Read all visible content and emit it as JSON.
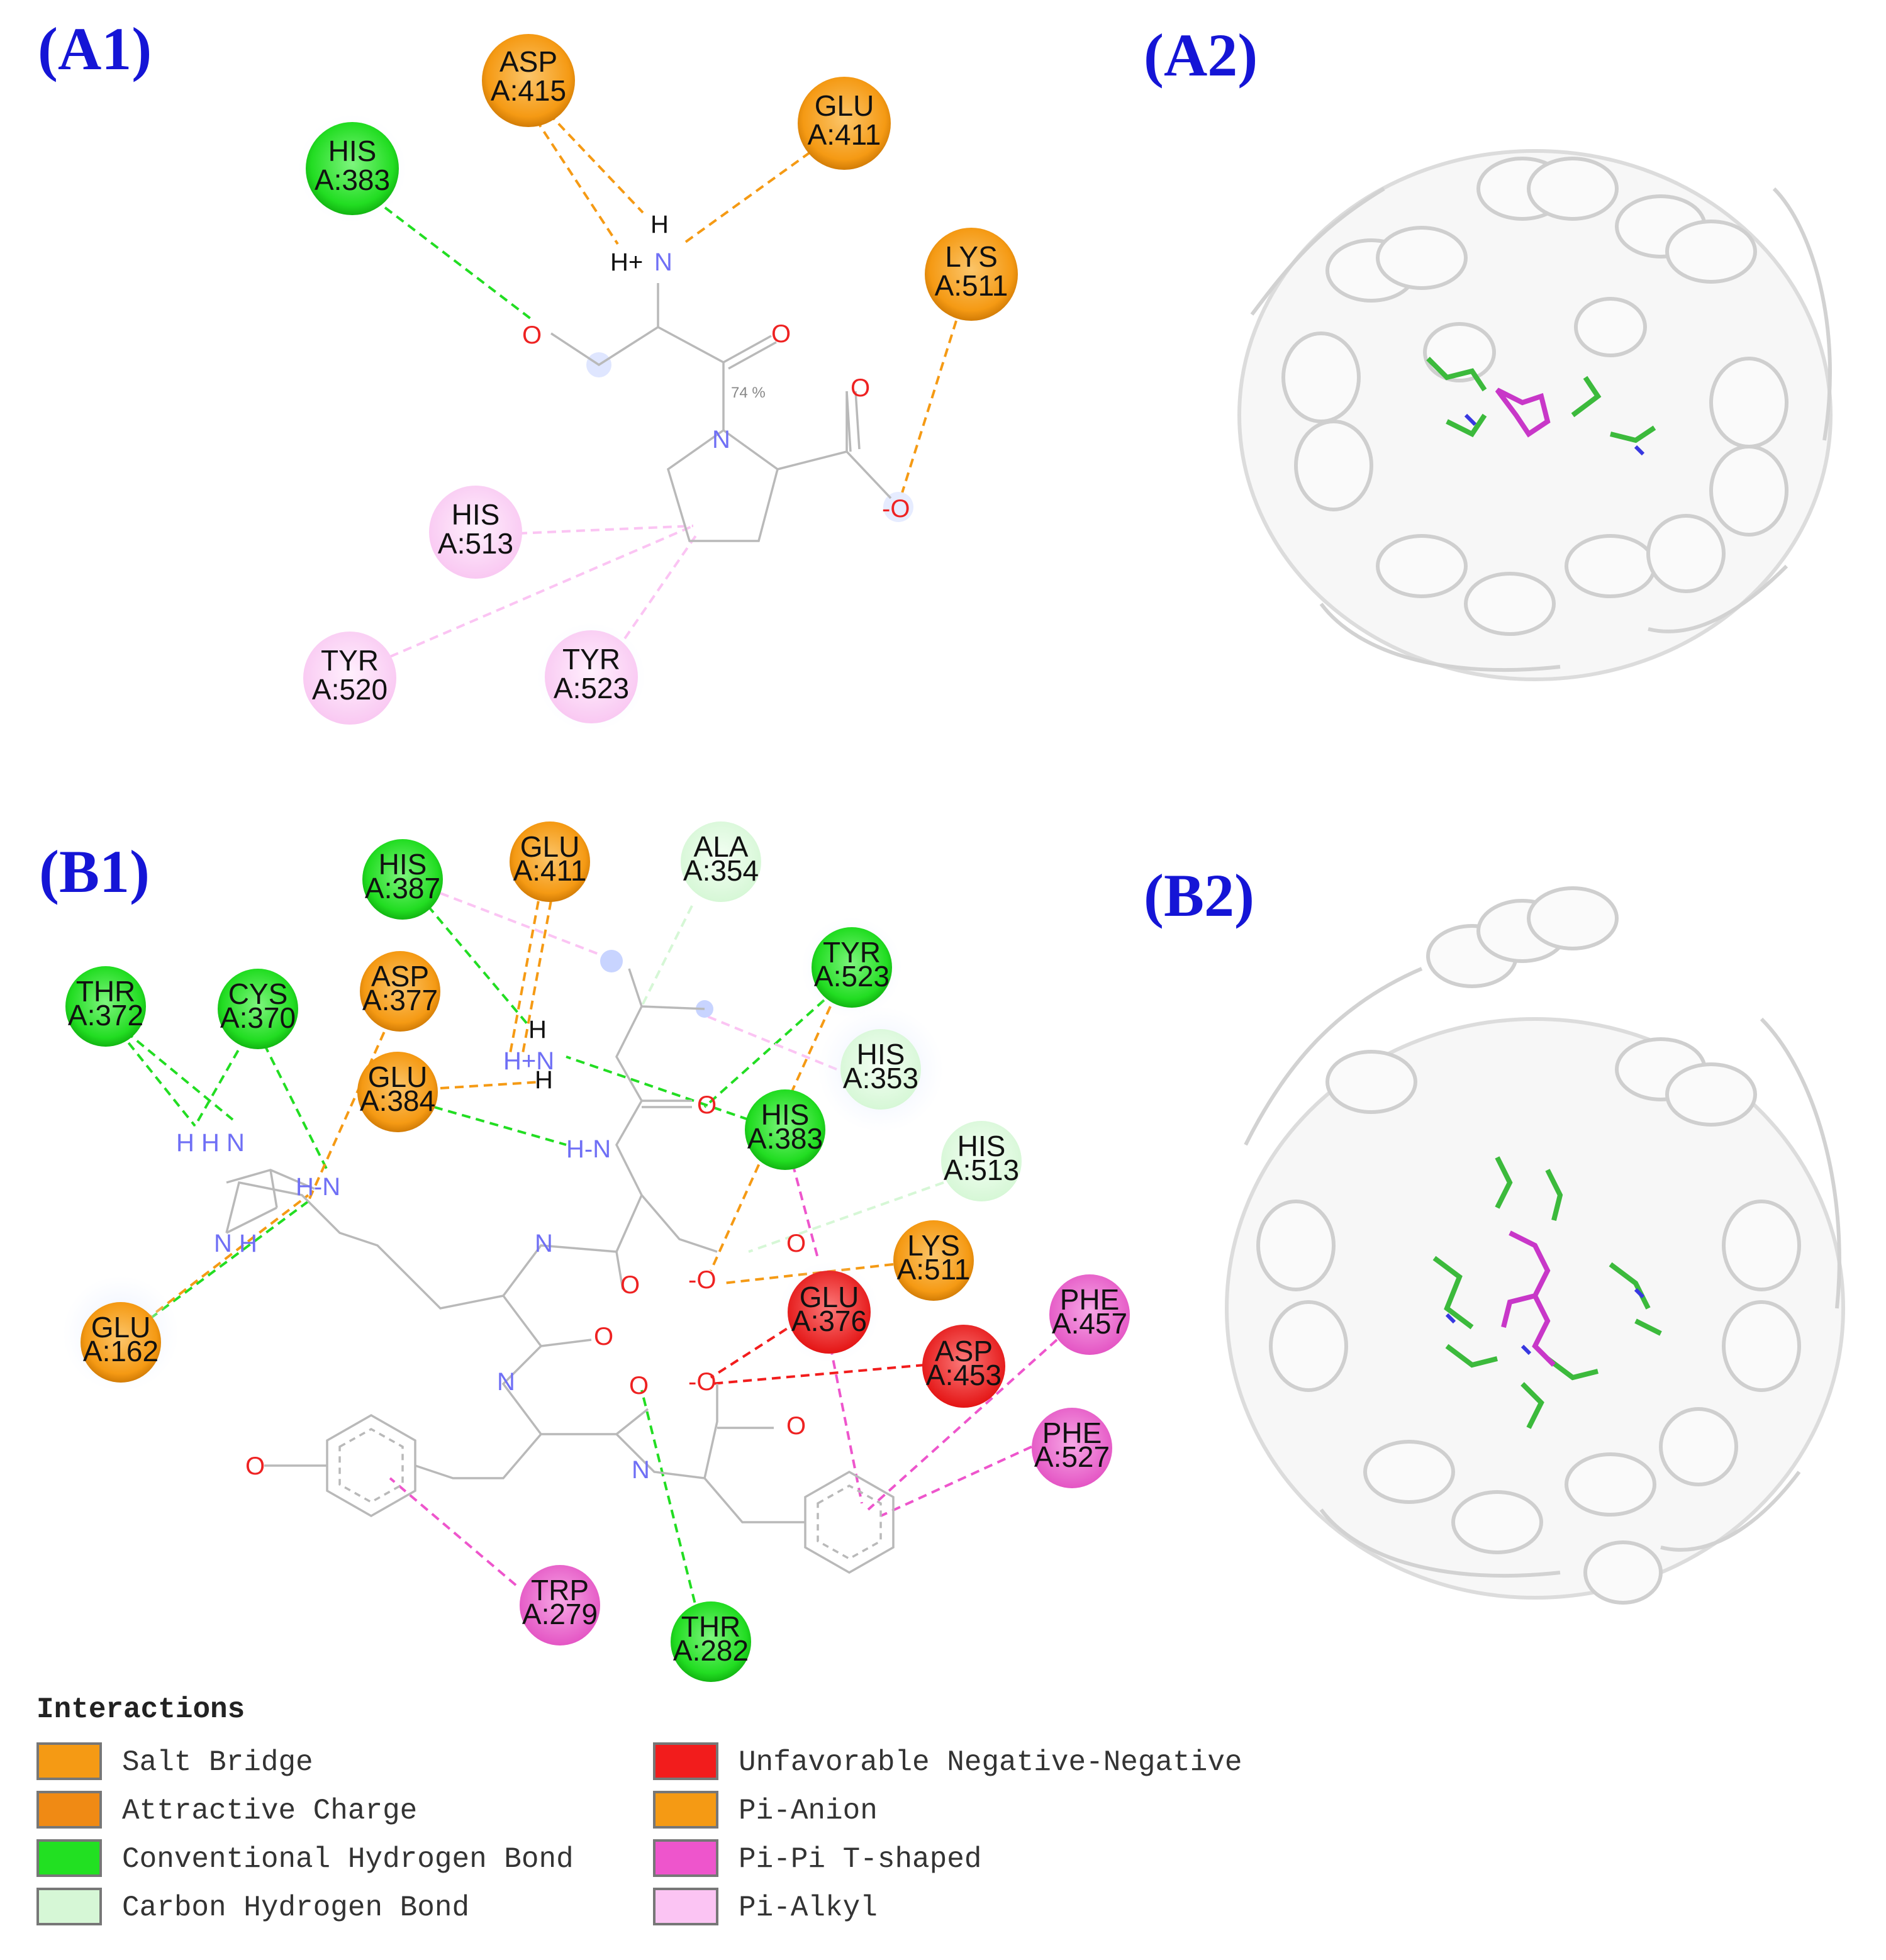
{
  "panels": {
    "a1": "(A1)",
    "a2": "(A2)",
    "b1": "(B1)",
    "b2": "(B2)"
  },
  "colors": {
    "salt_bridge": "#f59a14",
    "attractive_charge": "#f59a14",
    "conventional_hbond": "#22e022",
    "carbon_hbond": "#d6f7d6",
    "unfavorable_neg_neg": "#f21c1c",
    "pi_anion": "#f59a14",
    "pi_pi_t_shaped": "#ee55cc",
    "pi_alkyl": "#fbc4f3",
    "ligand_stick": "#c837c8",
    "residue_stick": "#3cba3c",
    "protein_cartoon": "#e6e6e6",
    "label_blue": "#1515d6"
  },
  "a1": {
    "residues": [
      {
        "name": "HIS",
        "num": "A:383",
        "type": "hbond"
      },
      {
        "name": "ASP",
        "num": "A:415",
        "type": "salt"
      },
      {
        "name": "GLU",
        "num": "A:411",
        "type": "salt"
      },
      {
        "name": "LYS",
        "num": "A:511",
        "type": "salt"
      },
      {
        "name": "HIS",
        "num": "A:513",
        "type": "pialkyl"
      },
      {
        "name": "TYR",
        "num": "A:520",
        "type": "pialkyl"
      },
      {
        "name": "TYR",
        "num": "A:523",
        "type": "pialkyl"
      }
    ],
    "atoms": {
      "h1": "H",
      "hplus": "H+",
      "n": "N",
      "o1": "O",
      "o2": "O",
      "n_ring": "N",
      "o3": "O",
      "o4": "-O",
      "pct": "74 %"
    }
  },
  "b1": {
    "residues": [
      {
        "name": "HIS",
        "num": "A:387",
        "type": "hbond"
      },
      {
        "name": "GLU",
        "num": "A:411",
        "type": "salt"
      },
      {
        "name": "ALA",
        "num": "A:354",
        "type": "chbond"
      },
      {
        "name": "THR",
        "num": "A:372",
        "type": "hbond"
      },
      {
        "name": "CYS",
        "num": "A:370",
        "type": "hbond"
      },
      {
        "name": "ASP",
        "num": "A:377",
        "type": "salt"
      },
      {
        "name": "TYR",
        "num": "A:523",
        "type": "hbond"
      },
      {
        "name": "HIS",
        "num": "A:353",
        "type": "chbond"
      },
      {
        "name": "GLU",
        "num": "A:384",
        "type": "salt"
      },
      {
        "name": "HIS",
        "num": "A:383",
        "type": "hbond"
      },
      {
        "name": "HIS",
        "num": "A:513",
        "type": "chbond"
      },
      {
        "name": "LYS",
        "num": "A:511",
        "type": "salt"
      },
      {
        "name": "GLU",
        "num": "A:376",
        "type": "unfav"
      },
      {
        "name": "PHE",
        "num": "A:457",
        "type": "pipi"
      },
      {
        "name": "ASP",
        "num": "A:453",
        "type": "unfav"
      },
      {
        "name": "GLU",
        "num": "A:162",
        "type": "salt"
      },
      {
        "name": "PHE",
        "num": "A:527",
        "type": "pipi"
      },
      {
        "name": "TRP",
        "num": "A:279",
        "type": "pipi"
      },
      {
        "name": "THR",
        "num": "A:282",
        "type": "hbond"
      }
    ],
    "atoms": {
      "h": "H",
      "n": "N",
      "o": "O",
      "om": "-O",
      "hn": "H+N",
      "hnm": "H-N",
      "hhn": "H H N",
      "nh": "N H"
    }
  },
  "legend": {
    "title": "Interactions",
    "items": [
      {
        "label": "Salt Bridge",
        "color": "#f59a14"
      },
      {
        "label": "Attractive Charge",
        "color": "#f08a14"
      },
      {
        "label": "Conventional Hydrogen Bond",
        "color": "#22e022"
      },
      {
        "label": "Carbon Hydrogen Bond",
        "color": "#d6f7d6"
      },
      {
        "label": "Unfavorable Negative-Negative",
        "color": "#f21c1c"
      },
      {
        "label": "Pi-Anion",
        "color": "#f59a14"
      },
      {
        "label": "Pi-Pi T-shaped",
        "color": "#ee55cc"
      },
      {
        "label": "Pi-Alkyl",
        "color": "#fbc4f3"
      }
    ]
  }
}
